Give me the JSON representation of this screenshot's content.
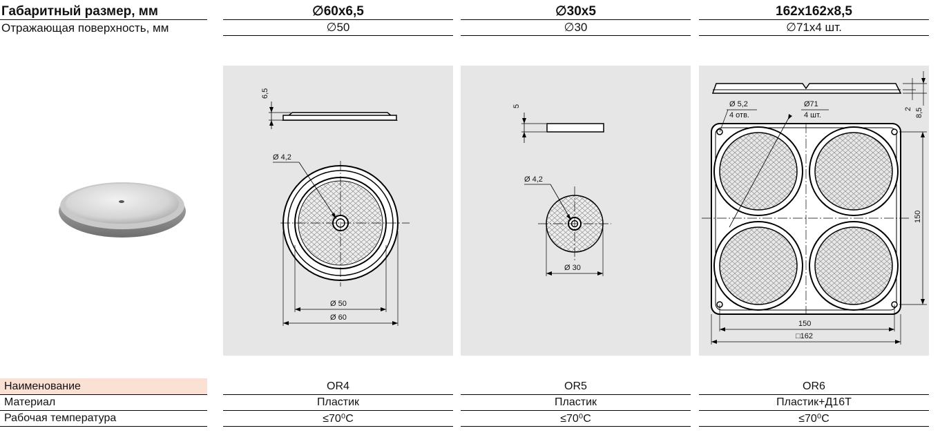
{
  "header": {
    "label": "Габаритный размер, мм",
    "values": [
      "∅60х6,5",
      "∅30х5",
      "162х162х8,5"
    ]
  },
  "reflect": {
    "label": "Отражающая поверхность, мм",
    "values": [
      "∅50",
      "∅30",
      "∅71х4 шт."
    ]
  },
  "drawings": {
    "or4": {
      "h": "6,5",
      "hole": "Ø 4,2",
      "inner": "Ø 50",
      "outer": "Ø 60"
    },
    "or5": {
      "h": "5",
      "hole": "Ø 4,2",
      "d": "Ø 30"
    },
    "or6": {
      "hole": "Ø 5,2",
      "hole_count": "4 отв.",
      "refl": "Ø71",
      "refl_count": "4 шт.",
      "t1": "2",
      "t2": "8,5",
      "side": "150",
      "bottom1": "150",
      "bottom2": "□162"
    }
  },
  "specs": [
    {
      "label": "Наименование",
      "values": [
        "OR4",
        "OR5",
        "OR6"
      ]
    },
    {
      "label": "Материал",
      "values": [
        "Пластик",
        "Пластик",
        "Пластик+Д16Т"
      ]
    },
    {
      "label": "Рабочая температура",
      "values": [
        "≤70⁰С",
        "≤70⁰С",
        "≤70⁰С"
      ]
    }
  ],
  "colors": {
    "highlight": "#fbe1d4",
    "panel": "#e6e6e6"
  }
}
